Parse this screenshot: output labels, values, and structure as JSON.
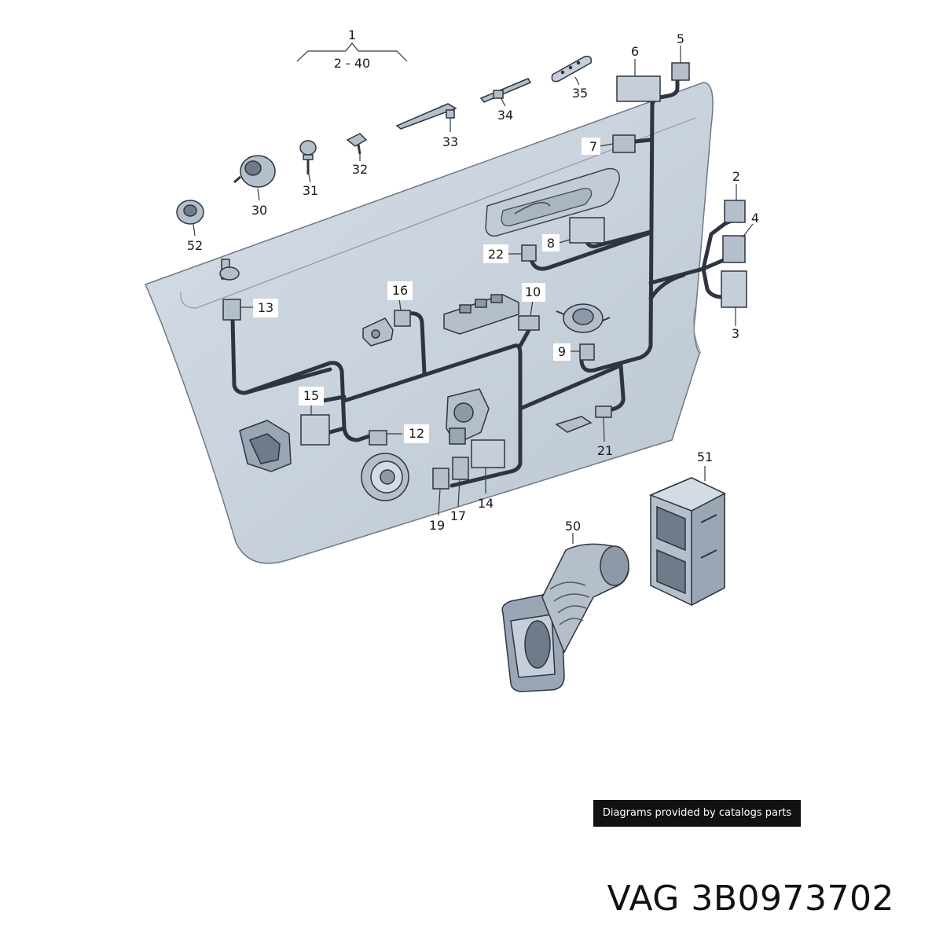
{
  "callouts": {
    "n1": "1",
    "range": "2 - 40",
    "n2": "2",
    "n3": "3",
    "n4": "4",
    "n5": "5",
    "n6": "6",
    "n7": "7",
    "n8": "8",
    "n9": "9",
    "n10": "10",
    "n12": "12",
    "n13": "13",
    "n14": "14",
    "n15": "15",
    "n16": "16",
    "n17": "17",
    "n19": "19",
    "n21": "21",
    "n22": "22",
    "n30": "30",
    "n31": "31",
    "n32": "32",
    "n33": "33",
    "n34": "34",
    "n35": "35",
    "n50": "50",
    "n51": "51",
    "n52": "52"
  },
  "banner": "Diagrams provided by catalogs parts",
  "part_number": "VAG 3B0973702",
  "colors": {
    "panel": "#c9d3de",
    "panel_dark": "#aeb9c6",
    "part": "#b4bfcb",
    "part_dark": "#7d8896",
    "outline": "#333a44",
    "wire": "#2e3540"
  }
}
